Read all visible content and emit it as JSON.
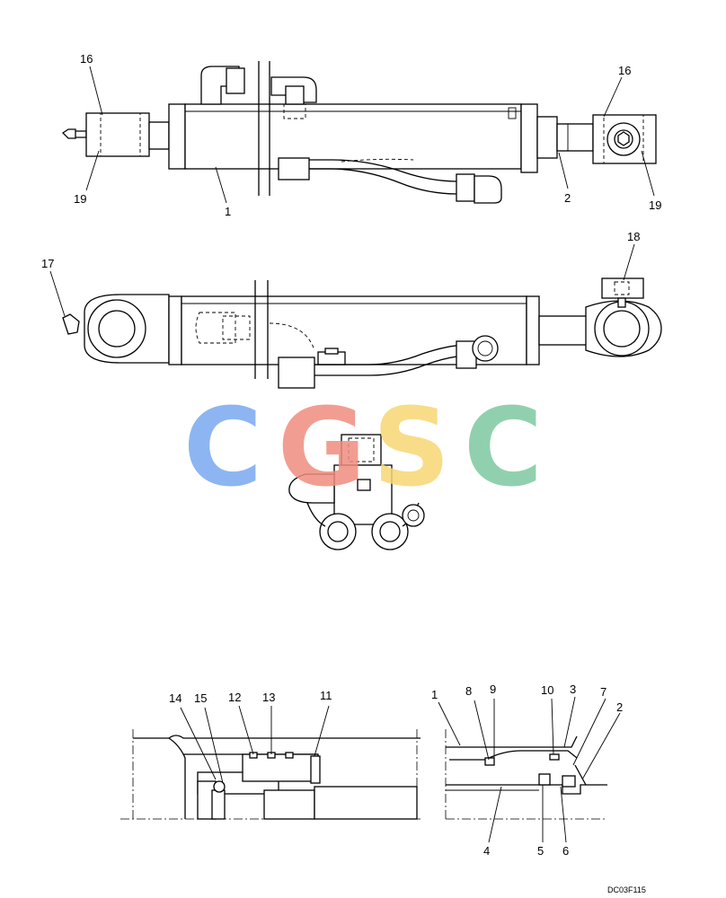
{
  "top_view": {
    "labels": {
      "part16_left": "16",
      "part19_left": "19",
      "part1": "1",
      "part2": "2",
      "part16_right": "16",
      "part19_right": "19"
    }
  },
  "side_view": {
    "labels": {
      "part17": "17",
      "part18": "18"
    }
  },
  "watermark": {
    "letters": [
      "C",
      "G",
      "S",
      "C"
    ],
    "colors": [
      "#7aa9f0",
      "#f08c7e",
      "#f7d774",
      "#7ec8a0"
    ]
  },
  "section_left": {
    "labels": {
      "part14": "14",
      "part15": "15",
      "part12": "12",
      "part13": "13",
      "part11": "11"
    }
  },
  "section_right": {
    "labels": {
      "part1": "1",
      "part8": "8",
      "part9": "9",
      "part10": "10",
      "part3": "3",
      "part7": "7",
      "part2": "2",
      "part4": "4",
      "part5": "5",
      "part6": "6"
    }
  },
  "figure_code": "DC03F115"
}
